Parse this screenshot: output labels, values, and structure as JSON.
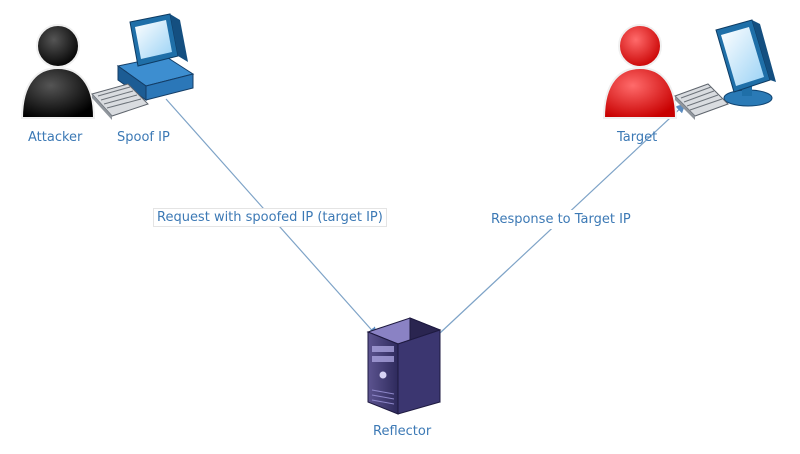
{
  "nodes": {
    "attacker": {
      "label": "Attacker",
      "icon": "person-icon",
      "color": "#1a1a1a"
    },
    "spoof": {
      "label": "Spoof IP",
      "icon": "computer-icon"
    },
    "target": {
      "label": "Target",
      "icon": "person-icon",
      "color": "#e32222"
    },
    "target_pc": {
      "icon": "monitor-icon"
    },
    "reflector": {
      "label": "Reflector",
      "icon": "server-icon"
    }
  },
  "edges": {
    "request": {
      "label": "Request with spoofed IP (target IP)",
      "from": "spoof",
      "to": "reflector"
    },
    "response": {
      "label": "Response to Target IP",
      "from": "reflector",
      "to": "target"
    }
  },
  "colors": {
    "label_text": "#3c79b5",
    "line": "#7ea3c7"
  }
}
